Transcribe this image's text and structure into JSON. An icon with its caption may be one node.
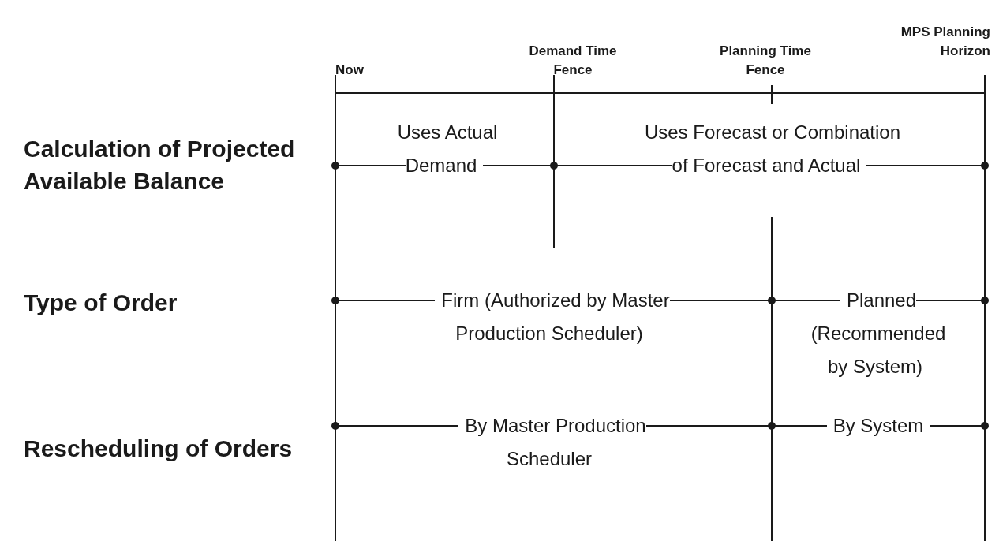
{
  "diagram": {
    "labels": [
      "Now",
      "Demand Time Fence",
      "Planning Time Fence",
      "MPS Planning Horizon",
      "Calculation of Projected Available Balance",
      "Uses Actual Demand",
      "Uses Forecast or Combination of Forecast and Actual",
      "Type of Order",
      "Firm (Authorized by Master Production Scheduler)",
      "Planned (Recommended by System)",
      "Rescheduling of Orders",
      "By Master Production Scheduler",
      "By System"
    ]
  }
}
